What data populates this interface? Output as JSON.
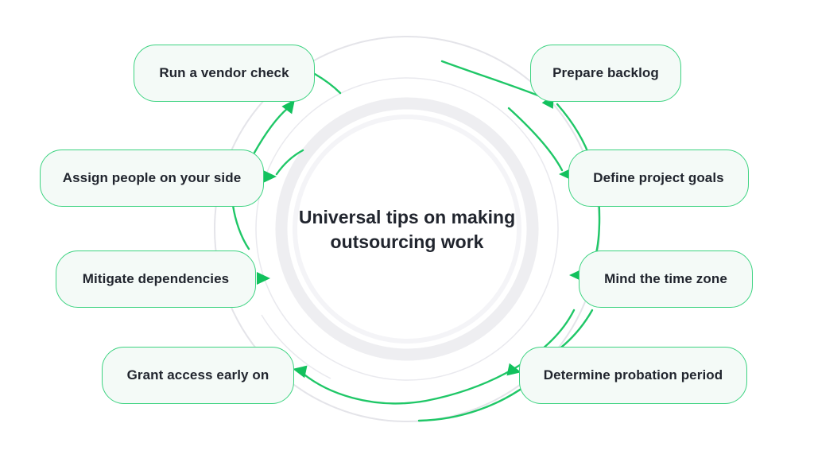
{
  "title": {
    "text": "Universal tips on making outsourcing work"
  },
  "tips": {
    "items": [
      {
        "label": "Run a vendor check"
      },
      {
        "label": "Prepare backlog"
      },
      {
        "label": "Assign people on your side"
      },
      {
        "label": "Define project goals"
      },
      {
        "label": "Mitigate dependencies"
      },
      {
        "label": "Mind the time zone"
      },
      {
        "label": "Grant access early on"
      },
      {
        "label": "Determine probation period"
      }
    ]
  },
  "colors": {
    "green_border": "#3dd381",
    "green_line": "#1fc767",
    "green_arrow": "#12c15d",
    "gray_arc": "#e4e4e9",
    "gray_arc_light": "#e9e9ee",
    "ring": "#eeeef1",
    "ring_inner": "#f4f4f7",
    "box_bg": "#f4faf7",
    "text_color": "#21252e",
    "page_bg": "#ffffff"
  }
}
